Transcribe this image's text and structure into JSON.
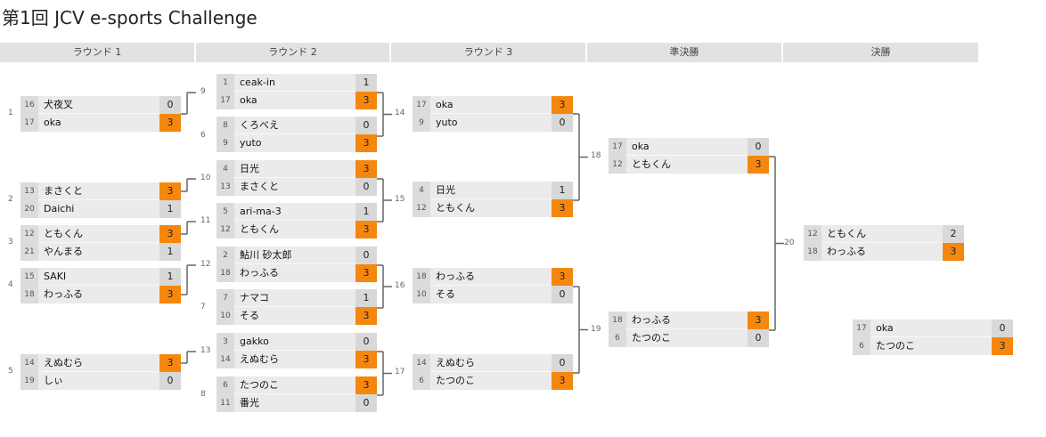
{
  "title": "第1回 JCV e-sports Challenge",
  "colors": {
    "winner": "#f5870f",
    "header": "#e2e2e2",
    "row": "#ebebeb",
    "seed": "#dcdcdc"
  },
  "rounds": [
    "ラウンド 1",
    "ラウンド 2",
    "ラウンド 3",
    "準決勝",
    "決勝"
  ],
  "matches": [
    {
      "num": "1",
      "p": [
        {
          "seed": "16",
          "name": "犬夜叉",
          "score": "0",
          "win": false
        },
        {
          "seed": "17",
          "name": "oka",
          "score": "3",
          "win": true
        }
      ]
    },
    {
      "num": "2",
      "p": [
        {
          "seed": "13",
          "name": "まさくと",
          "score": "3",
          "win": true
        },
        {
          "seed": "20",
          "name": "Daichi",
          "score": "1",
          "win": false
        }
      ]
    },
    {
      "num": "3",
      "p": [
        {
          "seed": "12",
          "name": "ともくん",
          "score": "3",
          "win": true
        },
        {
          "seed": "21",
          "name": "やんまる",
          "score": "1",
          "win": false
        }
      ]
    },
    {
      "num": "4",
      "p": [
        {
          "seed": "15",
          "name": "SAKI",
          "score": "1",
          "win": false
        },
        {
          "seed": "18",
          "name": "わっふる",
          "score": "3",
          "win": true
        }
      ]
    },
    {
      "num": "5",
      "p": [
        {
          "seed": "14",
          "name": "えぬむら",
          "score": "3",
          "win": true
        },
        {
          "seed": "19",
          "name": "しぃ",
          "score": "0",
          "win": false
        }
      ]
    },
    {
      "num": "9",
      "p": [
        {
          "seed": "1",
          "name": "ceak-in",
          "score": "1",
          "win": false
        },
        {
          "seed": "17",
          "name": "oka",
          "score": "3",
          "win": true
        }
      ]
    },
    {
      "num": "6",
      "p": [
        {
          "seed": "8",
          "name": "くろべえ",
          "score": "0",
          "win": false
        },
        {
          "seed": "9",
          "name": "yuto",
          "score": "3",
          "win": true
        }
      ]
    },
    {
      "num": "10",
      "p": [
        {
          "seed": "4",
          "name": "日光",
          "score": "3",
          "win": true
        },
        {
          "seed": "13",
          "name": "まさくと",
          "score": "0",
          "win": false
        }
      ]
    },
    {
      "num": "11",
      "p": [
        {
          "seed": "5",
          "name": "ari-ma-3",
          "score": "1",
          "win": false
        },
        {
          "seed": "12",
          "name": "ともくん",
          "score": "3",
          "win": true
        }
      ]
    },
    {
      "num": "12",
      "p": [
        {
          "seed": "2",
          "name": "鮎川 砂太郎",
          "score": "0",
          "win": false
        },
        {
          "seed": "18",
          "name": "わっふる",
          "score": "3",
          "win": true
        }
      ]
    },
    {
      "num": "7",
      "p": [
        {
          "seed": "7",
          "name": "ナマコ",
          "score": "1",
          "win": false
        },
        {
          "seed": "10",
          "name": "そる",
          "score": "3",
          "win": true
        }
      ]
    },
    {
      "num": "13",
      "p": [
        {
          "seed": "3",
          "name": "gakko",
          "score": "0",
          "win": false
        },
        {
          "seed": "14",
          "name": "えぬむら",
          "score": "3",
          "win": true
        }
      ]
    },
    {
      "num": "8",
      "p": [
        {
          "seed": "6",
          "name": "たつのこ",
          "score": "3",
          "win": true
        },
        {
          "seed": "11",
          "name": "番光",
          "score": "0",
          "win": false
        }
      ]
    },
    {
      "num": "14",
      "p": [
        {
          "seed": "17",
          "name": "oka",
          "score": "3",
          "win": true
        },
        {
          "seed": "9",
          "name": "yuto",
          "score": "0",
          "win": false
        }
      ]
    },
    {
      "num": "15",
      "p": [
        {
          "seed": "4",
          "name": "日光",
          "score": "1",
          "win": false
        },
        {
          "seed": "12",
          "name": "ともくん",
          "score": "3",
          "win": true
        }
      ]
    },
    {
      "num": "16",
      "p": [
        {
          "seed": "18",
          "name": "わっふる",
          "score": "3",
          "win": true
        },
        {
          "seed": "10",
          "name": "そる",
          "score": "0",
          "win": false
        }
      ]
    },
    {
      "num": "17",
      "p": [
        {
          "seed": "14",
          "name": "えぬむら",
          "score": "0",
          "win": false
        },
        {
          "seed": "6",
          "name": "たつのこ",
          "score": "3",
          "win": true
        }
      ]
    },
    {
      "num": "18",
      "p": [
        {
          "seed": "17",
          "name": "oka",
          "score": "0",
          "win": false
        },
        {
          "seed": "12",
          "name": "ともくん",
          "score": "3",
          "win": true
        }
      ]
    },
    {
      "num": "19",
      "p": [
        {
          "seed": "18",
          "name": "わっふる",
          "score": "3",
          "win": true
        },
        {
          "seed": "6",
          "name": "たつのこ",
          "score": "0",
          "win": false
        }
      ]
    },
    {
      "num": "20",
      "p": [
        {
          "seed": "12",
          "name": "ともくん",
          "score": "2",
          "win": false
        },
        {
          "seed": "18",
          "name": "わっふる",
          "score": "3",
          "win": true
        }
      ]
    },
    {
      "num": "",
      "p": [
        {
          "seed": "17",
          "name": "oka",
          "score": "0",
          "win": false
        },
        {
          "seed": "6",
          "name": "たつのこ",
          "score": "3",
          "win": true
        }
      ]
    }
  ]
}
